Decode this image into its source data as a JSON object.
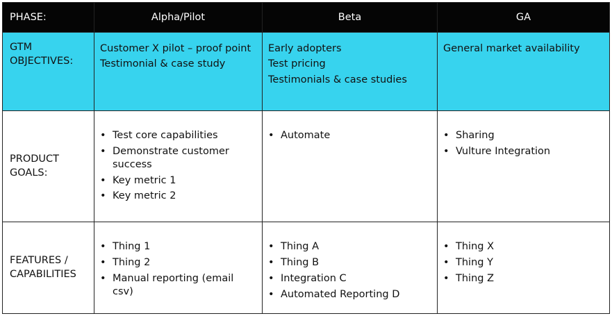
{
  "header": {
    "phase_label": "PHASE:",
    "columns": [
      "Alpha/Pilot",
      "Beta",
      "GA"
    ]
  },
  "rows": {
    "gtm": {
      "label_line1": "GTM",
      "label_line2": "OBJECTIVES:",
      "alpha": [
        "Customer X pilot – proof point",
        "Testimonial & case study"
      ],
      "beta": [
        "Early adopters",
        "Test pricing",
        "Testimonials & case studies"
      ],
      "ga": [
        "General market availability"
      ]
    },
    "product": {
      "label_line1": "PRODUCT",
      "label_line2": "GOALS:",
      "alpha": [
        "Test core capabilities",
        "Demonstrate customer success",
        "Key metric 1",
        "Key metric 2"
      ],
      "beta": [
        "Automate"
      ],
      "ga": [
        "Sharing",
        "Vulture Integration"
      ]
    },
    "features": {
      "label_line1": "FEATURES /",
      "label_line2": "CAPABILITIES",
      "alpha": [
        "Thing 1",
        "Thing 2",
        "Manual reporting (email csv)"
      ],
      "beta": [
        "Thing A",
        "Thing B",
        "Integration C",
        "Automated Reporting D"
      ],
      "ga": [
        "Thing X",
        "Thing Y",
        "Thing Z"
      ]
    }
  },
  "colors": {
    "header_bg": "#050505",
    "objectives_bg": "#37d3ee"
  }
}
